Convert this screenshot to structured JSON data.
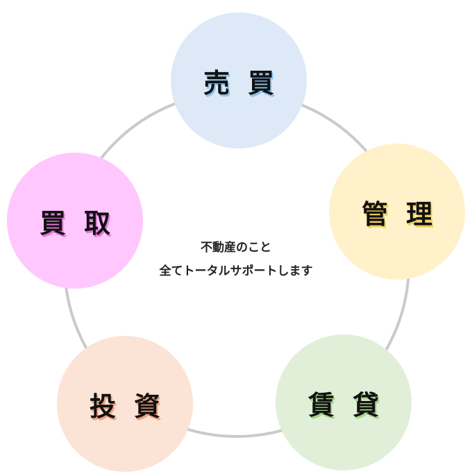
{
  "diagram": {
    "nodes": [
      {
        "id": "sell",
        "label": "売買",
        "color": "#dde9f6",
        "shadow_color": "#8fc3ee"
      },
      {
        "id": "manage",
        "label": "管理",
        "color": "#fff1c9",
        "shadow_color": "#f2cf5b"
      },
      {
        "id": "rent",
        "label": "賃貸",
        "color": "#e1efd9",
        "shadow_color": "#a8d28c"
      },
      {
        "id": "invest",
        "label": "投資",
        "color": "#fbe3d6",
        "shadow_color": "#f0a37d"
      },
      {
        "id": "buy",
        "label": "買取",
        "color": "#ffc7fd",
        "shadow_color": "#e27ad9"
      }
    ],
    "center": {
      "line1": "不動産のこと",
      "line2": "全てトータルサポートします"
    },
    "ring_color": "#cacaca"
  }
}
